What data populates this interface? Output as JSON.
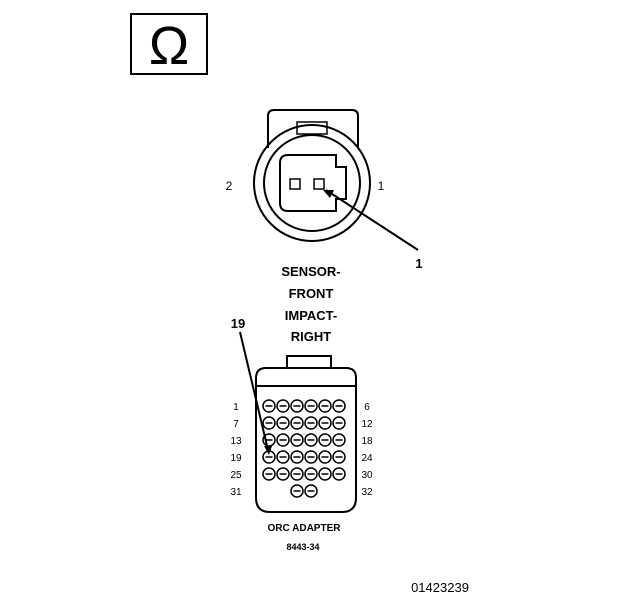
{
  "meter": {
    "symbol": "Ω"
  },
  "sensor": {
    "pin_left_label": "2",
    "pin_right_label": "1",
    "callout_label": "1",
    "title_lines": [
      "SENSOR-",
      "FRONT",
      "IMPACT-",
      "RIGHT"
    ]
  },
  "adapter": {
    "callout_label": "19",
    "row_left_labels": [
      "1",
      "7",
      "13",
      "19",
      "25",
      "31"
    ],
    "row_right_labels": [
      "6",
      "12",
      "18",
      "24",
      "30",
      "32"
    ],
    "name": "ORC ADAPTER",
    "part_number": "8443-34"
  },
  "figure_id": "01423239"
}
